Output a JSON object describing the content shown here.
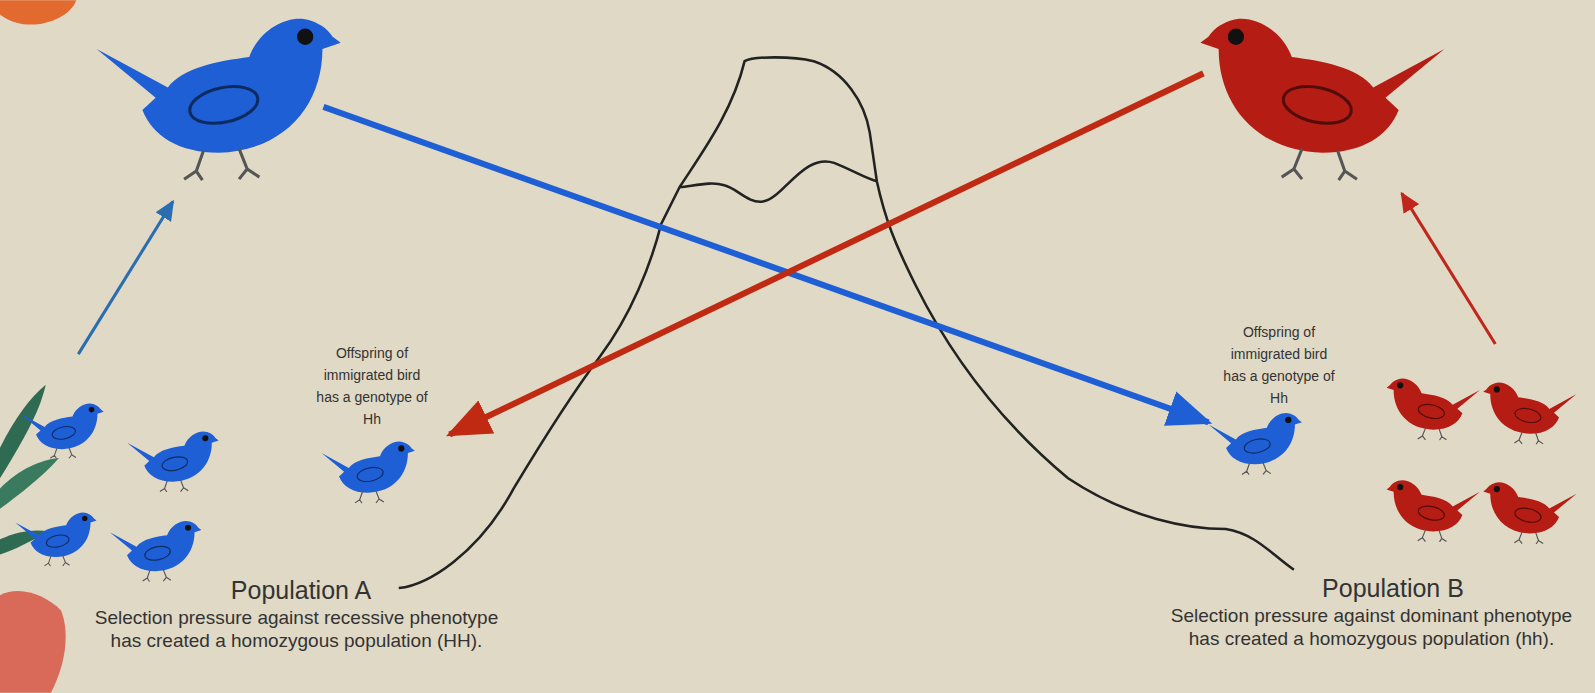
{
  "diagram": {
    "labels": [
      "Offspring of immigrated bird has a genotype of Hh",
      "Offspring of immigrated bird has a genotype of Hh",
      "Population A",
      "Selection pressure against recessive phenotype has created a homozygous population (HH).",
      "Population B",
      "Selection pressure against dominant phenotype has created a homozygous population (hh)."
    ]
  }
}
